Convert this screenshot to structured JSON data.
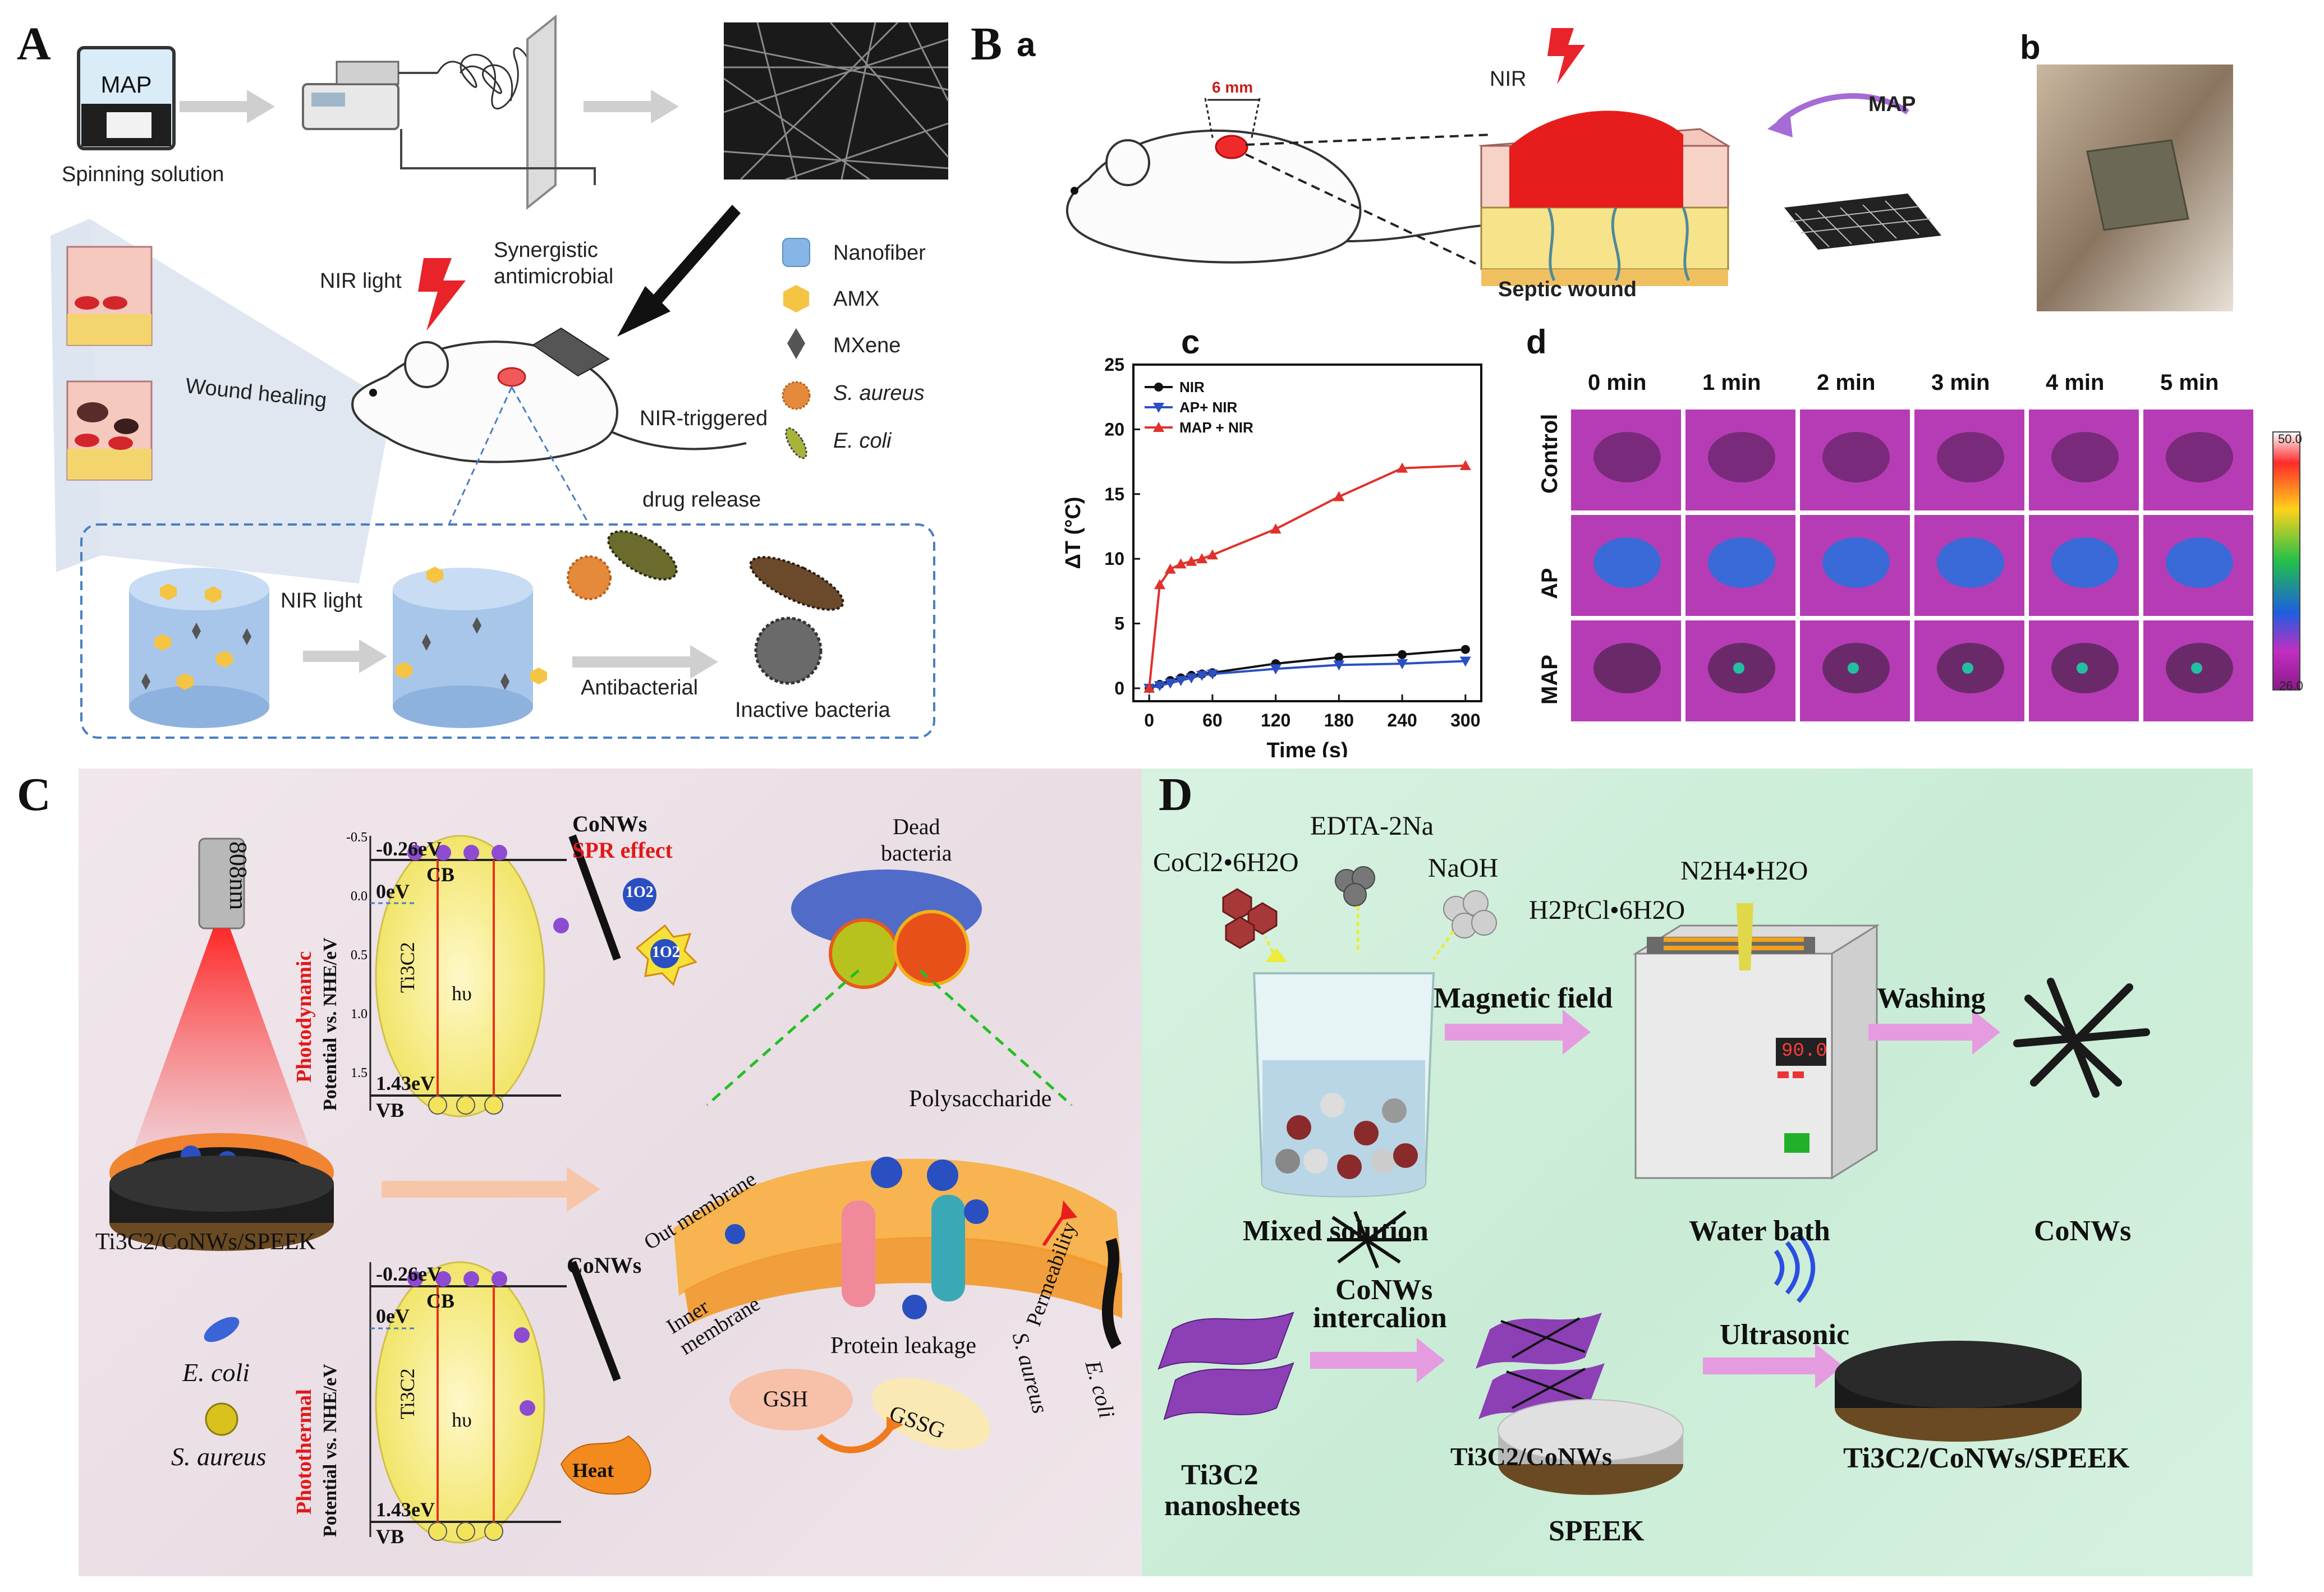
{
  "panels": {
    "A": {
      "letter": "A",
      "map_label": "MAP",
      "spinning_solution": "Spinning solution",
      "nir_light": "NIR light",
      "synergistic": "Synergistic",
      "antimicrobial": "antimicrobial",
      "wound_healing": "Wound healing",
      "nir_triggered": "NIR-triggered",
      "drug_release": "drug release",
      "nir_light_2": "NIR light",
      "antibacterial": "Antibacterial",
      "inactive_bacteria": "Inactive bacteria",
      "legend": [
        {
          "label": "Nanofiber",
          "icon": "nanofiber-icon"
        },
        {
          "label": "AMX",
          "icon": "amx-icon"
        },
        {
          "label": "MXene",
          "icon": "mxene-icon"
        },
        {
          "label": "S. aureus",
          "icon": "s-aureus-icon"
        },
        {
          "label": "E. coli",
          "icon": "e-coli-icon"
        }
      ]
    },
    "B": {
      "letter": "B",
      "a": "a",
      "b": "b",
      "c": "c",
      "d": "d",
      "six_mm": "6 mm",
      "nir": "NIR",
      "map": "MAP",
      "septic_wound": "Septic wound",
      "thermal_times": [
        "0 min",
        "1 min",
        "2 min",
        "3 min",
        "4 min",
        "5 min"
      ],
      "thermal_rows": [
        "Control",
        "AP",
        "MAP"
      ],
      "colorbar_max": "50.0",
      "colorbar_min": "26.0"
    },
    "C": {
      "letter": "C",
      "laser": "808nm",
      "composite": "Ti3C2/CoNWs/SPEEK",
      "e_coli": "E. coli",
      "s_aureus": "S. aureus",
      "photodynamic": "Photodynamic",
      "photothermal": "Photothermal",
      "axis_label": "Potential vs. NHE/eV",
      "ticks": [
        "-0.5",
        "0.0",
        "0.5",
        "1.0",
        "1.5"
      ],
      "cb_level": "-0.26eV",
      "zero_level": "0eV",
      "vb_level": "1.43eV",
      "cb": "CB",
      "vb": "VB",
      "ti3c2": "Ti3C2",
      "hv": "hυ",
      "conws": "CoNWs",
      "spr": "SPR effect",
      "o2_1": "1O2",
      "o2_2": "1O2",
      "heat": "Heat",
      "dead_bacteria": "Dead\nbacteria",
      "polysaccharide": "Polysaccharide",
      "out_membrane": "Out membrane",
      "inner_membrane": "Inner\nmembrane",
      "permeability": "Permeability",
      "protein_leakage": "Protein leakage",
      "s_aureus_2": "S. aureus",
      "e_coli_2": "E. coli",
      "gsh": "GSH",
      "gssg": "GSSG"
    },
    "D": {
      "letter": "D",
      "edta": "EDTA-2Na",
      "cocl2": "CoCl2•6H2O",
      "naoh": "NaOH",
      "n2h4": "N2H4•H2O",
      "h2ptcl6": "H2PtCl•6H2O",
      "magnetic_field": "Magnetic field",
      "washing": "Washing",
      "mixed_solution": "Mixed solution",
      "water_bath": "Water bath",
      "conws": "CoNWs",
      "bath_display": "90.0",
      "conws_intercalion_1": "CoNWs",
      "conws_intercalion_2": "intercalion",
      "ultrasonic": "Ultrasonic",
      "ti3c2_nano_1": "Ti3C2",
      "ti3c2_nano_2": "nanosheets",
      "ti3c2_conws": "Ti3C2/CoNWs",
      "speek": "SPEEK",
      "final": "Ti3C2/CoNWs/SPEEK"
    }
  },
  "chart_data": {
    "type": "line",
    "xlabel": "Time (s)",
    "ylabel": "ΔT (°C)",
    "xlim": [
      -15,
      315
    ],
    "ylim": [
      -1,
      25
    ],
    "xticks": [
      0,
      60,
      120,
      180,
      240,
      300
    ],
    "yticks": [
      0,
      5,
      10,
      15,
      20,
      25
    ],
    "legend_position": "top-left",
    "series": [
      {
        "name": "NIR",
        "color": "#111111",
        "marker": "circle",
        "x": [
          0,
          10,
          20,
          30,
          40,
          50,
          60,
          120,
          180,
          240,
          300
        ],
        "y": [
          0,
          0.3,
          0.6,
          0.8,
          1.0,
          1.1,
          1.2,
          1.9,
          2.4,
          2.6,
          3.0
        ]
      },
      {
        "name": "AP+ NIR",
        "color": "#2b4fc4",
        "marker": "triangle-down",
        "x": [
          0,
          10,
          20,
          30,
          40,
          50,
          60,
          120,
          180,
          240,
          300
        ],
        "y": [
          0,
          0.2,
          0.4,
          0.6,
          0.8,
          1.0,
          1.1,
          1.5,
          1.8,
          1.9,
          2.1
        ]
      },
      {
        "name": "MAP + NIR",
        "color": "#e0312b",
        "marker": "triangle-up",
        "x": [
          0,
          10,
          20,
          30,
          40,
          50,
          60,
          120,
          180,
          240,
          300
        ],
        "y": [
          0,
          8.0,
          9.2,
          9.6,
          9.8,
          10.0,
          10.3,
          12.3,
          14.8,
          17.0,
          17.2
        ]
      }
    ]
  }
}
